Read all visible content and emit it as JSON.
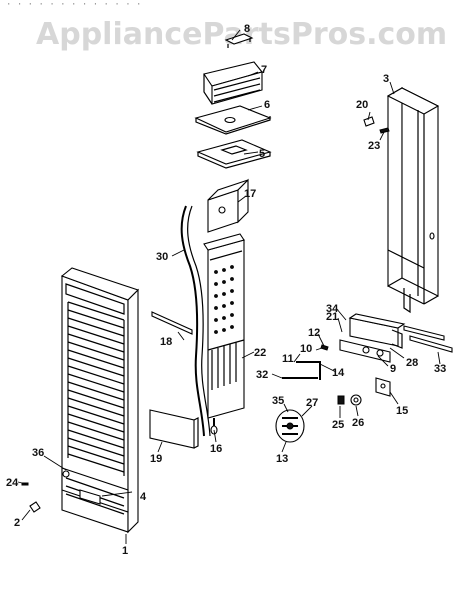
{
  "header": {
    "top_line": "· · ·   ·                     · · · · · ·   ·   · ·"
  },
  "watermark": {
    "text": "AppliancePartsPros.com"
  },
  "callouts": {
    "1": "1",
    "2": "2",
    "3": "3",
    "4": "4",
    "5": "5",
    "6": "6",
    "7": "7",
    "8": "8",
    "9": "9",
    "10": "10",
    "11": "11",
    "12": "12",
    "13": "13",
    "14": "14",
    "15": "15",
    "16": "16",
    "17": "17",
    "18": "18",
    "19": "19",
    "20": "20",
    "21": "21",
    "22": "22",
    "23": "23",
    "24": "24",
    "25": "25",
    "26": "26",
    "27": "27",
    "28": "28",
    "30": "30",
    "32": "32",
    "33": "33",
    "34": "34",
    "35": "35",
    "36": "36"
  }
}
